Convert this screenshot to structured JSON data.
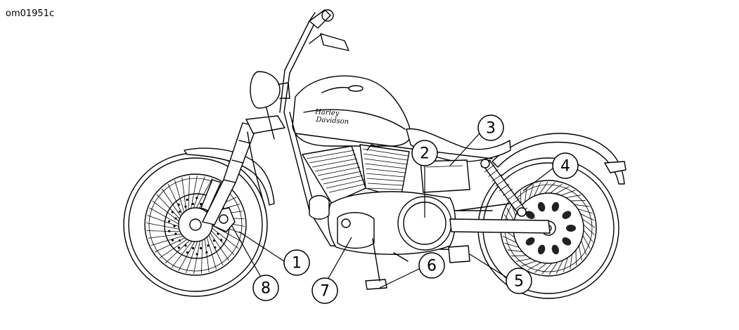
{
  "figure_id": "om01951c",
  "brand_text": [
    "Harley",
    "Davidson"
  ],
  "callouts": [
    {
      "id": "1",
      "label": "1"
    },
    {
      "id": "2",
      "label": "2"
    },
    {
      "id": "3",
      "label": "3"
    },
    {
      "id": "4",
      "label": "4"
    },
    {
      "id": "5",
      "label": "5"
    },
    {
      "id": "6",
      "label": "6"
    },
    {
      "id": "7",
      "label": "7"
    },
    {
      "id": "8",
      "label": "8"
    }
  ]
}
